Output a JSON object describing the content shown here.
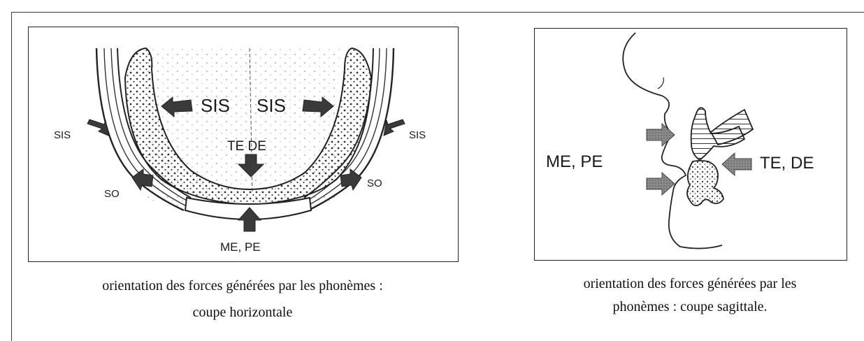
{
  "left_figure": {
    "labels": {
      "sis_inner_left": "SIS",
      "sis_inner_right": "SIS",
      "sis_outer_left": "SIS",
      "sis_outer_right": "SIS",
      "te_de": "TE DE",
      "so_left": "SO",
      "so_right": "SO",
      "me_pe": "ME, PE"
    },
    "caption_line1": "orientation des forces générées par les phonèmes :",
    "caption_line2": "coupe horizontale"
  },
  "right_figure": {
    "labels": {
      "me_pe": "ME, PE",
      "te_de": "TE, DE"
    },
    "caption_line1": "orientation des forces générées par les",
    "caption_line2": "phonèmes : coupe sagittale."
  }
}
